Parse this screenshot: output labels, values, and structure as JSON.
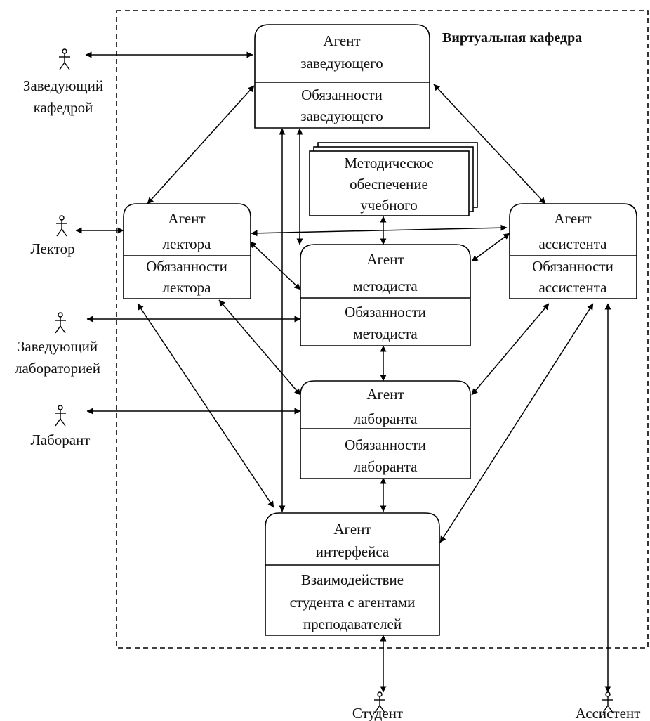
{
  "diagram": {
    "boundary_title": "Виртуальная кафедра",
    "agents": {
      "head": {
        "top": [
          "Агент",
          "заведующего"
        ],
        "bottom": [
          "Обязанности",
          "заведующего"
        ]
      },
      "lecturer": {
        "top": [
          "Агент",
          "лектора"
        ],
        "bottom": [
          "Обязанности",
          "лектора"
        ]
      },
      "methodist": {
        "top": [
          "Агент",
          "методиста"
        ],
        "bottom": [
          "Обязанности",
          "методиста"
        ]
      },
      "assistant": {
        "top": [
          "Агент",
          "ассистента"
        ],
        "bottom": [
          "Обязанности",
          "ассистента"
        ]
      },
      "lab": {
        "top": [
          "Агент",
          "лаборанта"
        ],
        "bottom": [
          "Обязанности",
          "лаборанта"
        ]
      },
      "interface": {
        "top": [
          "Агент",
          "интерфейса"
        ],
        "bottom": [
          "Взаимодействие",
          "студента с агентами",
          "преподавателей"
        ]
      }
    },
    "document": [
      "Методическое",
      "обеспечение",
      "учебного"
    ],
    "actors": {
      "head_of_dept": [
        "Заведующий",
        "кафедрой"
      ],
      "lecturer": [
        "Лектор"
      ],
      "head_of_lab": [
        "Заведующий",
        "лабораторией"
      ],
      "lab_assistant": [
        "Лаборант"
      ],
      "student": [
        "Студент"
      ],
      "assistant": [
        "Ассистент"
      ]
    }
  }
}
